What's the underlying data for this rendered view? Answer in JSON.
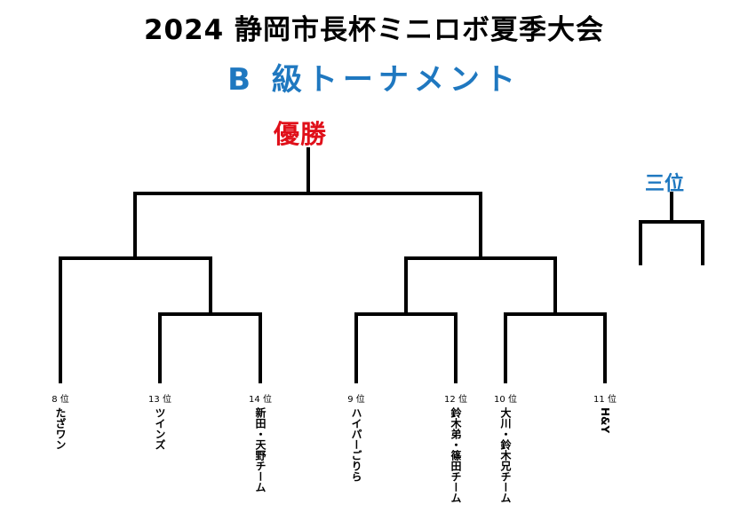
{
  "header": {
    "title": "2024 静岡市長杯ミニロボ夏季大会",
    "subtitle": "B 級トーナメント"
  },
  "bracket": {
    "champion_label": "優勝",
    "third_place_label": "三位",
    "teams": [
      {
        "rank": "8 位",
        "name": "たざワン"
      },
      {
        "rank": "13 位",
        "name": "ツインズ"
      },
      {
        "rank": "14 位",
        "name": "新田・天野チーム"
      },
      {
        "rank": "9 位",
        "name": "ハイパーごりら"
      },
      {
        "rank": "12 位",
        "name": "鈴木弟・篠田チーム"
      },
      {
        "rank": "10 位",
        "name": "大川・鈴木兄チーム"
      },
      {
        "rank": "11 位",
        "name": "H&Y"
      }
    ]
  },
  "colors": {
    "title": "#000000",
    "subtitle": "#1f78c0",
    "champion": "#e0101a",
    "third_place": "#1f78c0",
    "lines": "#000000"
  }
}
